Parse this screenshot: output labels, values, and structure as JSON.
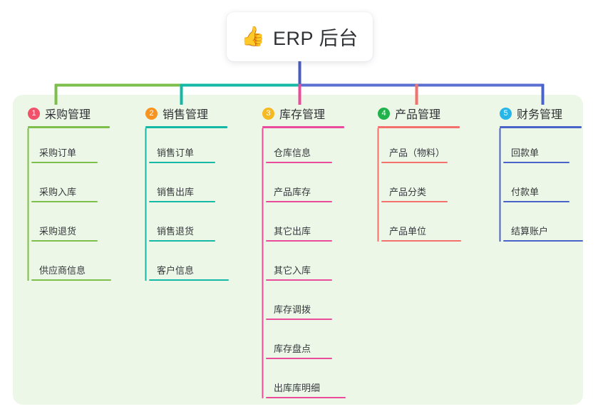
{
  "root": {
    "icon": "thumbs-up-icon",
    "emoji": "👍",
    "title": "ERP 后台"
  },
  "theme": {
    "panel_bg": "#edf7e7",
    "page_bg": "#ffffff",
    "text": "#2f3135",
    "root_stem": "#4a5bbf"
  },
  "columns": [
    {
      "number": "1",
      "title": "采购管理",
      "badge_color": "#f2516a",
      "line_color": "#7dbf4b",
      "items": [
        "采购订单",
        "采购入库",
        "采购退货",
        "供应商信息"
      ]
    },
    {
      "number": "2",
      "title": "销售管理",
      "badge_color": "#f7931e",
      "line_color": "#13b8a6",
      "items": [
        "销售订单",
        "销售出库",
        "销售退货",
        "客户信息"
      ]
    },
    {
      "number": "3",
      "title": "库存管理",
      "badge_color": "#f5b921",
      "line_color": "#ea4c9b",
      "items": [
        "仓库信息",
        "产品库存",
        "其它出库",
        "其它入库",
        "库存调拨",
        "库存盘点",
        "出库库明细"
      ]
    },
    {
      "number": "4",
      "title": "产品管理",
      "badge_color": "#22b24c",
      "line_color": "#f4706c",
      "items": [
        "产品（物料）",
        "产品分类",
        "产品单位"
      ]
    },
    {
      "number": "5",
      "title": "财务管理",
      "badge_color": "#28b6e8",
      "line_color": "#4a63c8",
      "items": [
        "回款单",
        "付款单",
        "结算账户"
      ]
    }
  ],
  "connectors": {
    "trunk_color": "#4a5bbf",
    "bar_segments": [
      {
        "color": "#7dbf4b",
        "label": "green-segment"
      },
      {
        "color": "#13b8a6",
        "label": "teal-segment"
      },
      {
        "color": "#5b6fd0",
        "label": "blue-segment"
      }
    ]
  }
}
